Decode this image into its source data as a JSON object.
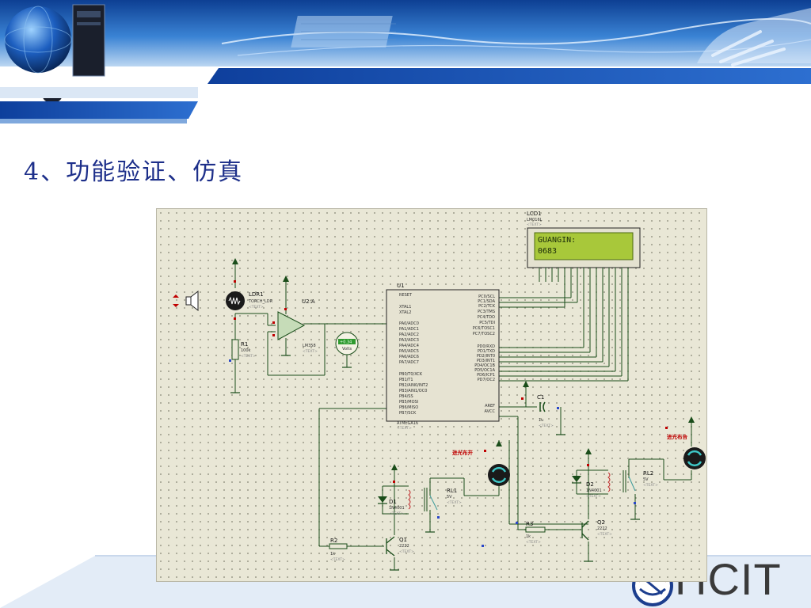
{
  "slide": {
    "title": "4、功能验证、仿真",
    "logo_text": "HCIT"
  },
  "schematic": {
    "ldr": {
      "ref": "LDR1",
      "value": "TORCH_LDR"
    },
    "opamp": {
      "ref": "U2:A",
      "part": "LM358"
    },
    "voltmeter": {
      "display": "+0.34",
      "unit": "Volts"
    },
    "r1": {
      "ref": "R1",
      "value": "100k"
    },
    "mcu": {
      "ref": "U1",
      "part": "ATMEGA16",
      "left_pins": [
        "RESET",
        "XTAL1",
        "XTAL2",
        "PA0/ADC0",
        "PA1/ADC1",
        "PA2/ADC2",
        "PA3/ADC3",
        "PA4/ADC4",
        "PA5/ADC5",
        "PA6/ADC6",
        "PA7/ADC7",
        "PB0/T0/XCK",
        "PB1/T1",
        "PB2/AIN0/INT2",
        "PB3/AIN1/OC0",
        "PB4/SS",
        "PB5/MOSI",
        "PB6/MISO",
        "PB7/SCK"
      ],
      "right_pins": [
        "PC0/SCL",
        "PC1/SDA",
        "PC2/TCK",
        "PC3/TMS",
        "PC4/TDO",
        "PC5/TDI",
        "PC6/TOSC1",
        "PC7/TOSC2",
        "PD0/RXD",
        "PD1/TXD",
        "PD2/INT0",
        "PD3/INT1",
        "PD4/OC1B",
        "PD5/OC1A",
        "PD6/ICP1",
        "PD7/OC2",
        "AREF",
        "AVCC"
      ]
    },
    "lcd": {
      "ref": "LCD1",
      "part": "LM016L",
      "line1": "GUANGIN:",
      "line2": "0683"
    },
    "c1": {
      "ref": "C1",
      "value": "1u"
    },
    "motor1_label": "进光布开",
    "motor2_label": "进光布合",
    "rl1": {
      "ref": "RL1",
      "value": "5V"
    },
    "rl2": {
      "ref": "RL2",
      "value": "5V"
    },
    "d1": {
      "ref": "D1",
      "part": "1N4001"
    },
    "d2": {
      "ref": "D2",
      "part": "1N4001"
    },
    "r2": {
      "ref": "R2",
      "value": "1k"
    },
    "r3": {
      "ref": "R3",
      "value": "1k"
    },
    "q1": {
      "ref": "Q1",
      "part": "2222"
    },
    "q2": {
      "ref": "Q2",
      "part": "2222"
    },
    "text_placeholder": "<TEXT>"
  },
  "colors": {
    "title": "#1d2f8a",
    "banner_blue": "#1c57b8",
    "wire": "#1a4d1a",
    "schematic_bg": "#e9e7d6",
    "lcd_green": "#a8c83a"
  }
}
